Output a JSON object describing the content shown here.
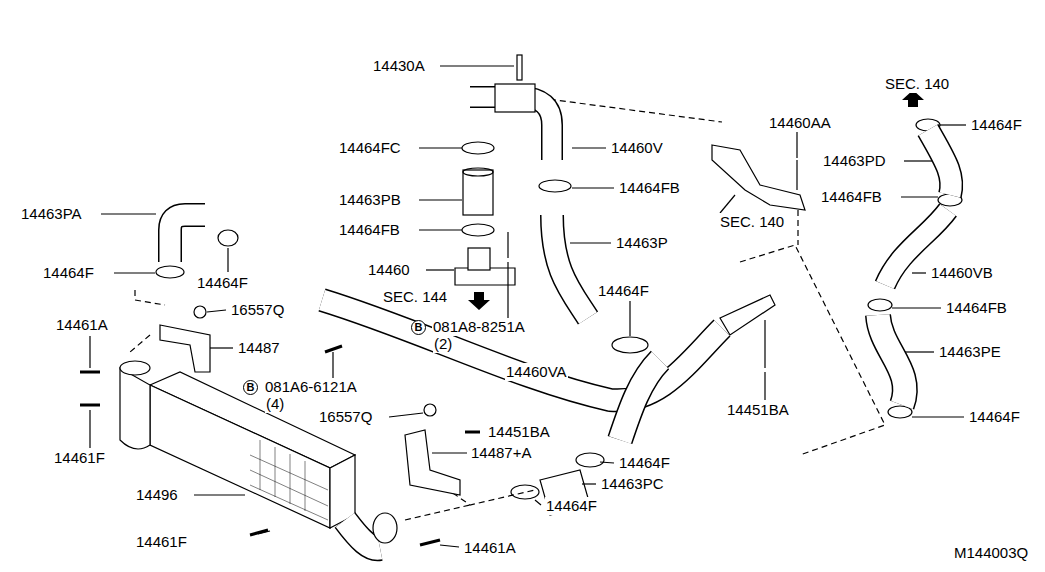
{
  "diagram": {
    "labels": [
      "14430A",
      "14464FC",
      "14460V",
      "14463PB",
      "14464FB",
      "14464FB",
      "14463PA",
      "14464F",
      "14464F",
      "14460",
      "SEC. 144",
      "14463P",
      "B",
      "081A8-8251A",
      "(2)",
      "14460AA",
      "SEC. 140",
      "SEC. 140",
      "14464F",
      "14463PD",
      "14464FB",
      "14460VB",
      "14464FB",
      "14463PE",
      "14464F",
      "14461A",
      "16557Q",
      "14487",
      "B",
      "081A6-6121A",
      "(4)",
      "14461F",
      "16557Q",
      "14460VA",
      "14464F",
      "14451BA",
      "14451BA",
      "14487+A",
      "14464F",
      "14463PC",
      "14464F",
      "14496",
      "14461F",
      "14461A",
      "M144003Q"
    ]
  }
}
